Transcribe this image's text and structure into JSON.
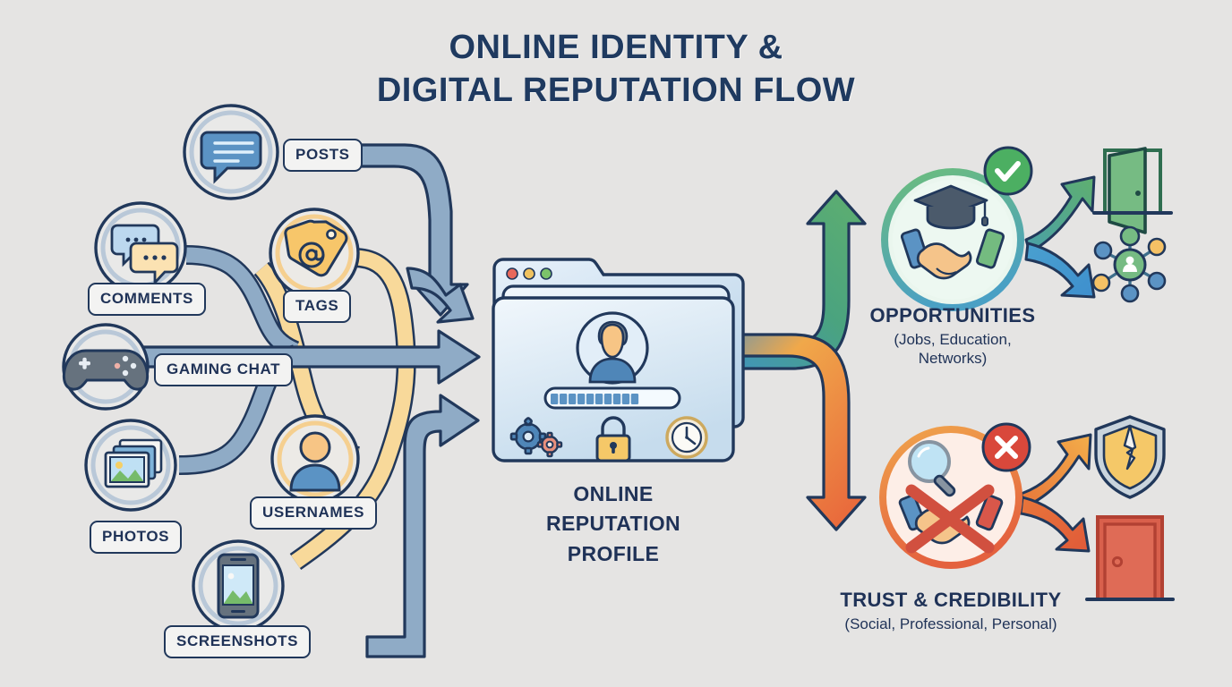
{
  "title": {
    "line1": "ONLINE IDENTITY &",
    "line2": "DIGITAL REPUTATION FLOW"
  },
  "colors": {
    "background": "#e5e4e3",
    "ink": "#1f3257",
    "outline": "#21385b",
    "flow_blue": "#8fabc6",
    "flow_yellow": "#f8d99a",
    "accent_green": "#5faf6f",
    "accent_blue": "#3e8fce",
    "accent_orange": "#e8762f",
    "accent_amber": "#f2b33d",
    "accent_red": "#d9483b"
  },
  "inputs": [
    {
      "id": "posts",
      "label": "POSTS",
      "icon": "speech-bubble-icon",
      "ring": "blue"
    },
    {
      "id": "comments",
      "label": "COMMENTS",
      "icon": "chat-bubbles-icon",
      "ring": "blue"
    },
    {
      "id": "tags",
      "label": "TAGS",
      "icon": "tag-at-icon",
      "ring": "amber"
    },
    {
      "id": "gaming-chat",
      "label": "GAMING CHAT",
      "icon": "gamepad-icon",
      "ring": "blue"
    },
    {
      "id": "photos",
      "label": "PHOTOS",
      "icon": "photos-stack-icon",
      "ring": "blue"
    },
    {
      "id": "usernames",
      "label": "USERNAMES",
      "icon": "user-avatar-icon",
      "ring": "amber"
    },
    {
      "id": "screenshots",
      "label": "SCREENSHOTS",
      "icon": "phone-image-icon",
      "ring": "blue"
    }
  ],
  "center": {
    "label_line1": "ONLINE",
    "label_line2": "REPUTATION",
    "label_line3": "PROFILE",
    "window": {
      "traffic_lights": [
        "#e8695b",
        "#f0c25e",
        "#7cc36a"
      ],
      "avatar_icon": "user-avatar-icon",
      "progress_segments_total": 14,
      "progress_segments_filled": 10,
      "footer_icons": [
        "gears-icon",
        "padlock-icon",
        "clock-icon"
      ]
    }
  },
  "outcomes": [
    {
      "id": "opportunities",
      "label": "OPPORTUNITIES",
      "sub_line1": "(Jobs, Education,",
      "sub_line2": "Networks)",
      "badge_icon": "handshake-graduation-icon",
      "status_icon": "check-circle-icon",
      "status_color": "#4caf62",
      "result_icons": [
        "open-door-icon",
        "network-nodes-icon"
      ]
    },
    {
      "id": "trust-credibility",
      "label": "TRUST & CREDIBILITY",
      "sub_line1": "(Social, Professional, Personal)",
      "sub_line2": "",
      "badge_icon": "broken-handshake-magnifier-icon",
      "status_icon": "x-circle-icon",
      "status_color": "#d9483b",
      "result_icons": [
        "cracked-shield-icon",
        "closed-door-icon"
      ]
    }
  ]
}
